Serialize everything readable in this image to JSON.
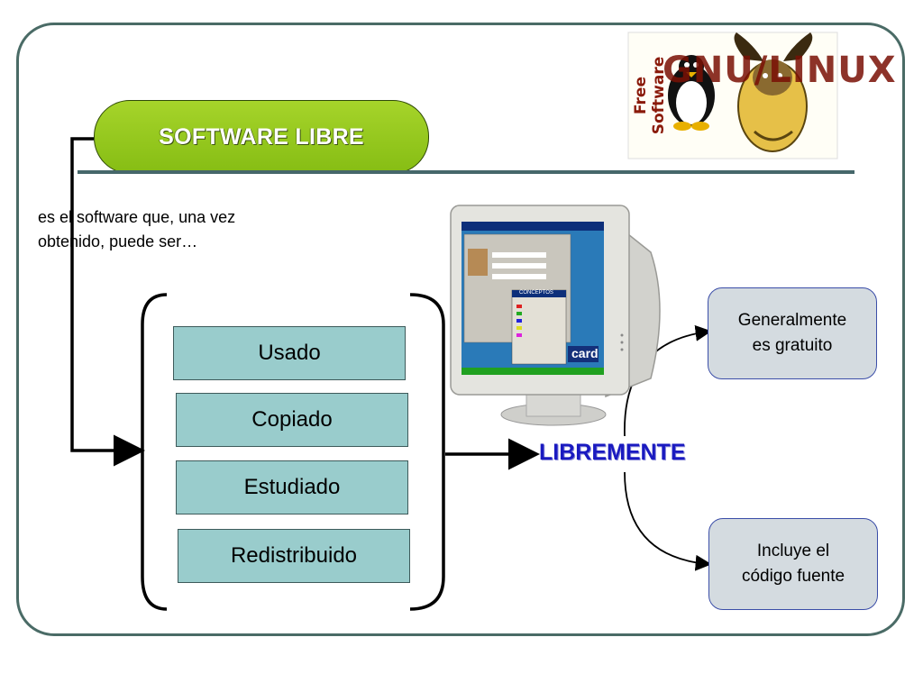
{
  "title": "SOFTWARE LIBRE",
  "description": "es el software que, una vez obtenido, puede ser…",
  "actions": [
    {
      "label": "Usado"
    },
    {
      "label": "Copiado"
    },
    {
      "label": "Estudiado"
    },
    {
      "label": "Redistribuido"
    }
  ],
  "center_label": "LIBREMENTE",
  "results": [
    {
      "label": "Generalmente es gratuito"
    },
    {
      "label": "Incluye el código fuente"
    }
  ],
  "logo": {
    "side_text": "Free Software",
    "main_text": "GNU/LINUX"
  },
  "monitor": {
    "screen_window_title": "CONCEPTOS",
    "screen_brand": "card"
  },
  "colors": {
    "pill": "#99cc22",
    "action_box": "#99cccc",
    "result_box": "#d4dbe0",
    "libremente": "#1a1ac0",
    "frame": "#4a6b66"
  }
}
